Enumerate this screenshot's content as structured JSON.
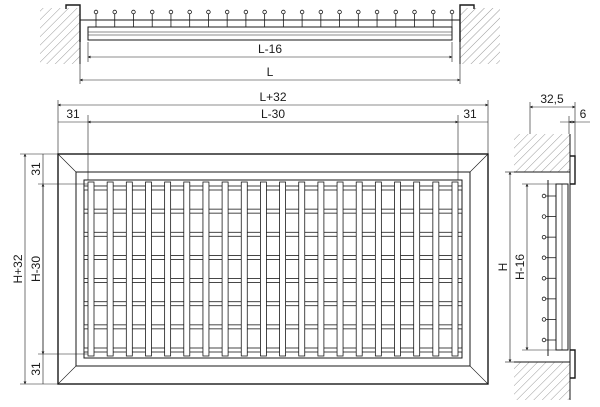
{
  "dimensions": {
    "top_view": {
      "inner_width": "L-16",
      "opening_width": "L"
    },
    "front_view": {
      "overall_width": "L+32",
      "inner_width": "L-30",
      "frame_left": "31",
      "frame_right": "31",
      "overall_height": "H+32",
      "inner_height": "H-30",
      "frame_top": "31",
      "frame_bottom": "31"
    },
    "side_view": {
      "depth": "32,5",
      "flange": "6",
      "opening_height": "H",
      "inner_height": "H-16"
    }
  },
  "grille": {
    "vertical_blades": 20,
    "horizontal_blades": 8
  },
  "colors": {
    "line": "#1a1a1a",
    "hatch": "#555555",
    "background": "#ffffff"
  }
}
